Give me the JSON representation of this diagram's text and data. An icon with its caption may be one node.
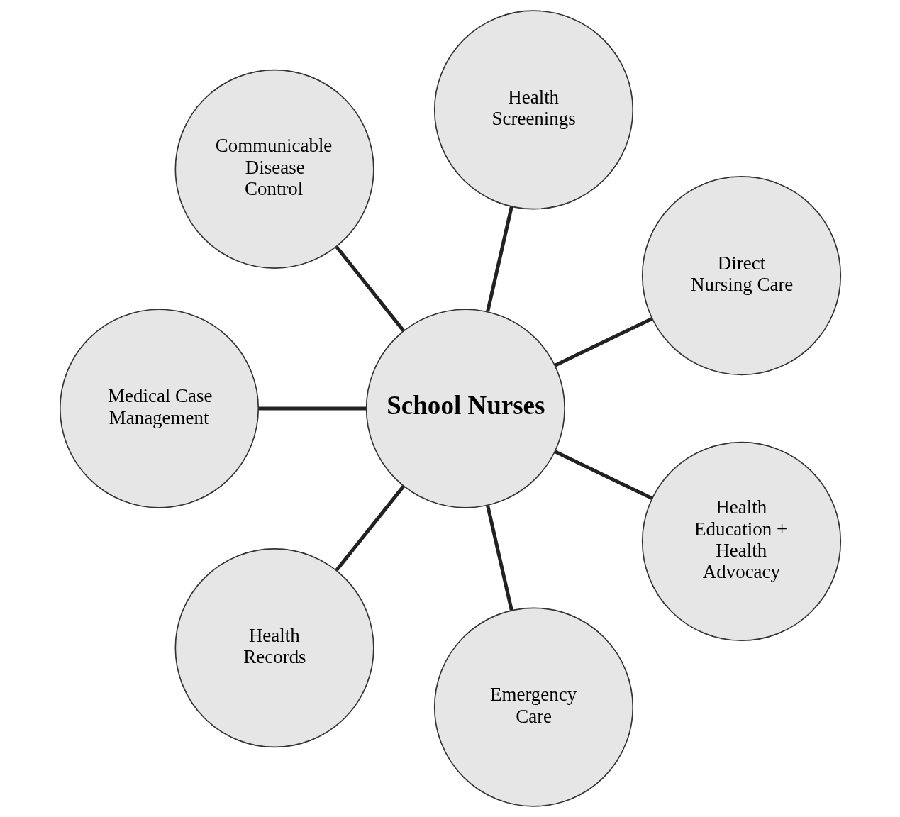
{
  "diagram": {
    "nodes": [
      {
        "text": [
          "School Nurses"
        ]
      },
      {
        "text": [
          "Direct Nursing Care"
        ]
      },
      {
        "text": [
          "Health Screenings"
        ]
      },
      {
        "text": [
          "Communicable Disease Control"
        ]
      },
      {
        "text": [
          "Medical Case Management"
        ]
      },
      {
        "text": [
          "Health Records"
        ]
      },
      {
        "text": [
          "Emergency Care"
        ]
      },
      {
        "text": [
          "Health Education + Health Advocacy"
        ]
      }
    ],
    "edges": [
      {
        "from": 0,
        "to": 1,
        "arrow": "none"
      },
      {
        "from": 0,
        "to": 2,
        "arrow": "none"
      },
      {
        "from": 0,
        "to": 3,
        "arrow": "none"
      },
      {
        "from": 0,
        "to": 4,
        "arrow": "none"
      },
      {
        "from": 0,
        "to": 5,
        "arrow": "none"
      },
      {
        "from": 0,
        "to": 6,
        "arrow": "none"
      },
      {
        "from": 0,
        "to": 7,
        "arrow": "none"
      }
    ]
  }
}
